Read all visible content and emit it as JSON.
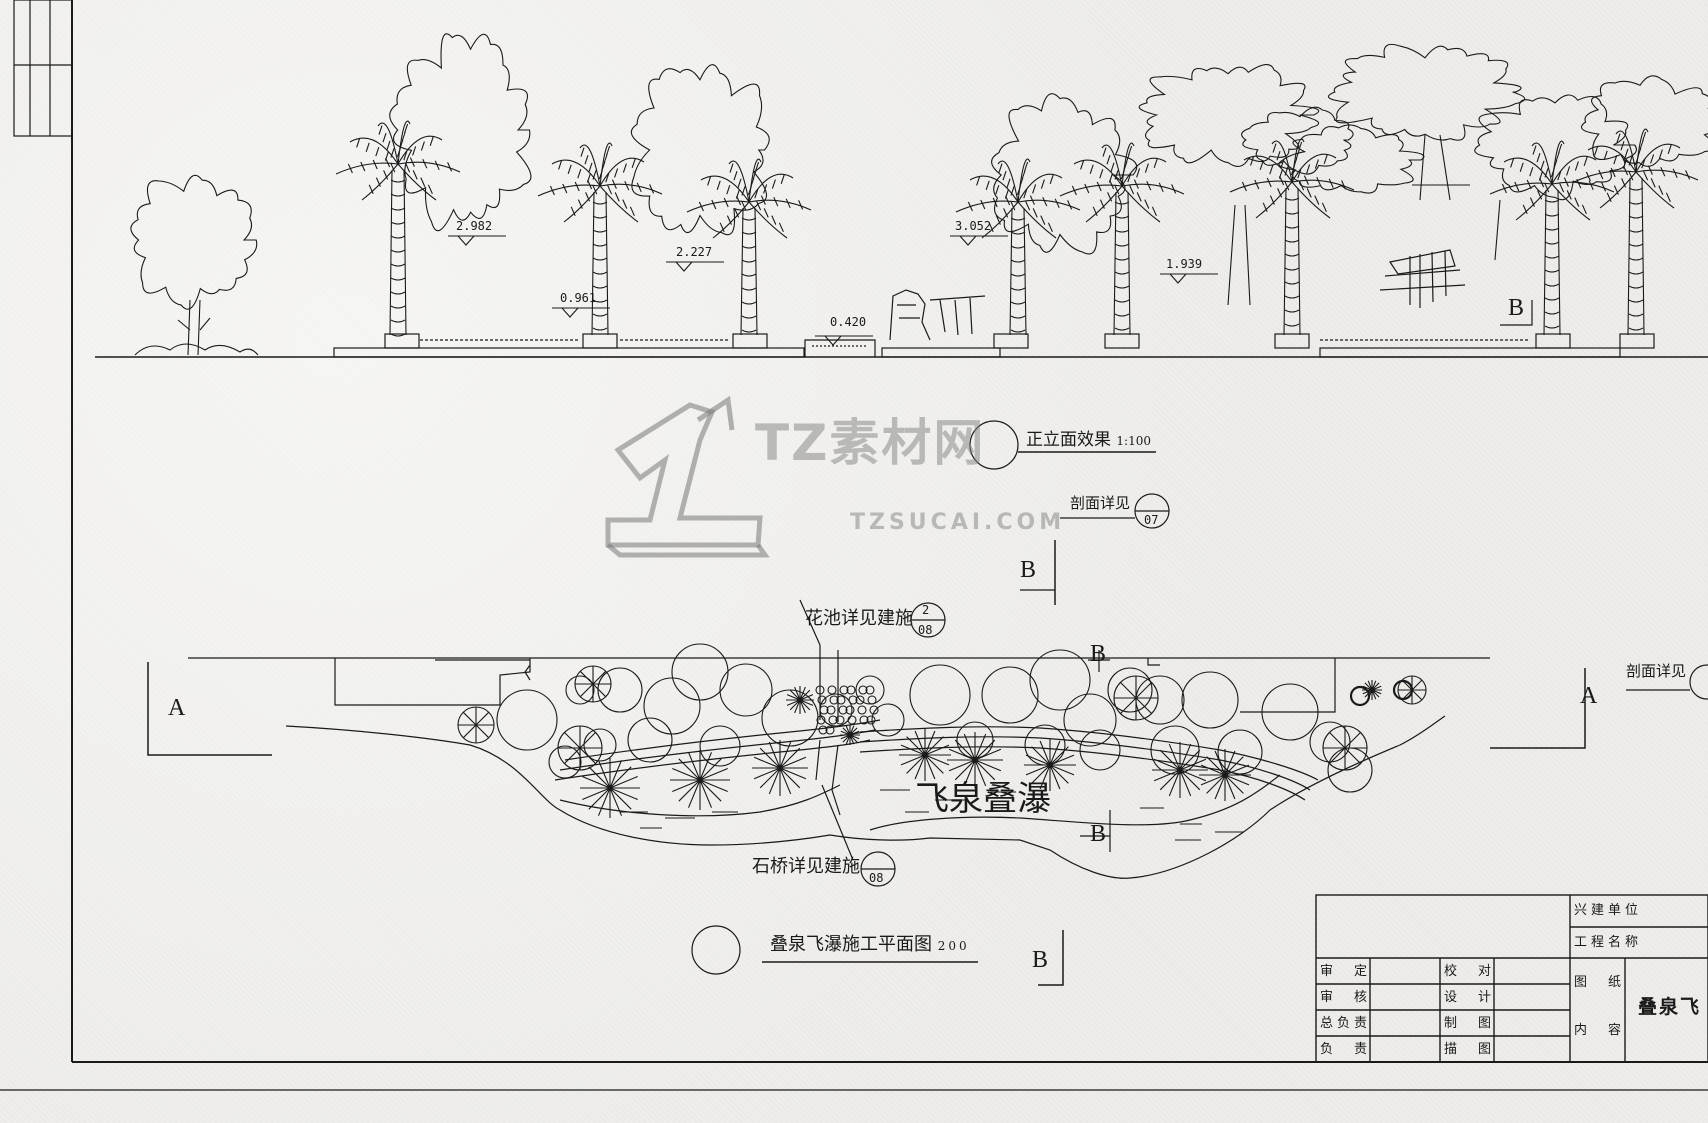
{
  "elevation_view": {
    "elevations": [
      "2.982",
      "0.961",
      "2.227",
      "0.420",
      "3.052",
      "1.939"
    ],
    "section_marker": "B",
    "title": "正立面效果",
    "scale": "1:100",
    "section_ref_label": "剖面详见",
    "section_ref_number": "07"
  },
  "plan_view": {
    "main_label": "飞泉叠瀑",
    "callouts": [
      {
        "text": "花池详见建施",
        "top": "2",
        "bottom": "08"
      },
      {
        "text": "石桥详见建施",
        "top": "",
        "bottom": "08"
      }
    ],
    "section_labels": [
      "A",
      "A",
      "B",
      "B",
      "B"
    ],
    "right_ref_label": "剖面详见",
    "title": "叠泉飞瀑施工平面图",
    "scale": "200",
    "title_marker": "B"
  },
  "watermark": {
    "brand": "TZ素材网",
    "url": "TZSUCAI.COM"
  },
  "title_block": {
    "rows_left": [
      {
        "role": "审　定",
        "pair": "校　对"
      },
      {
        "role": "审　核",
        "pair": "设　计"
      },
      {
        "role": "总负责",
        "pair": "制　图"
      },
      {
        "role": "负　责",
        "pair": "描　图"
      }
    ],
    "builder_label": "兴建单位",
    "project_label": "工程名称",
    "drawing_label_1": "图　纸",
    "drawing_label_2": "内　容",
    "drawing_name": "叠泉飞"
  },
  "colors": {
    "paper": "#eeedea",
    "line": "#1a1a1a",
    "watermark": "#8a8a8a"
  }
}
